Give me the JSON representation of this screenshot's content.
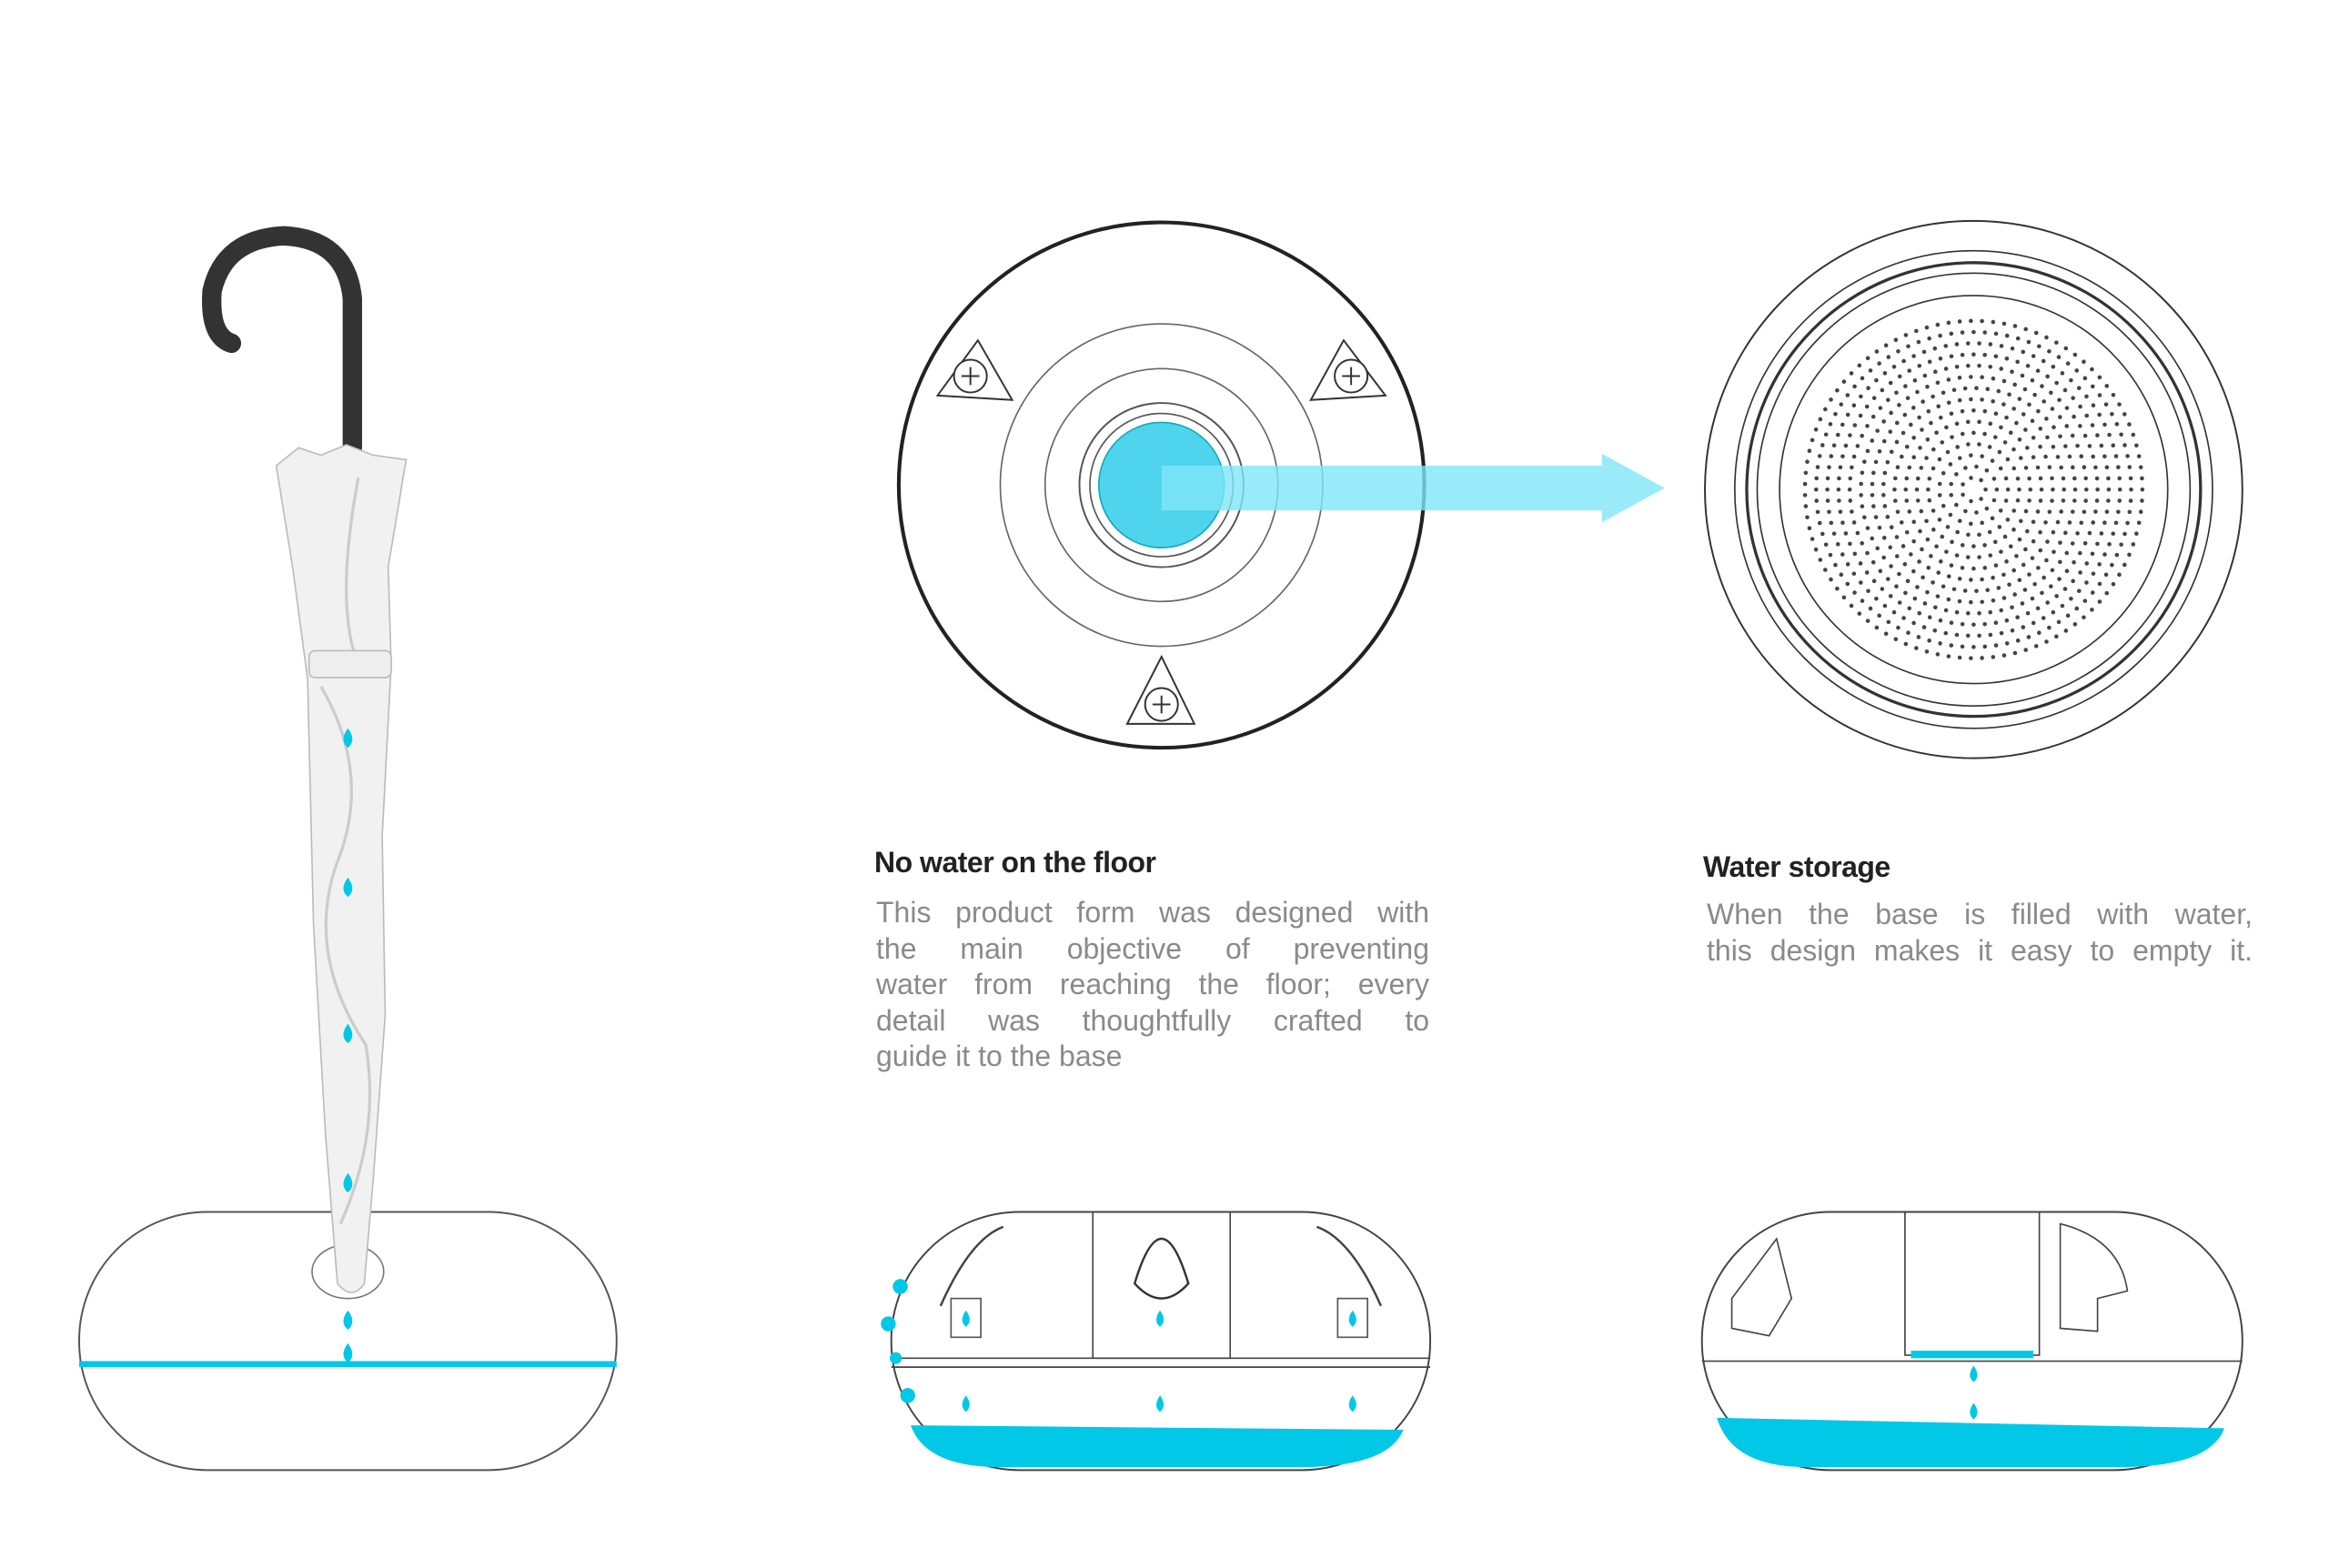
{
  "colors": {
    "water": "#00c8e6",
    "arrow": "#7fe6f7",
    "outline": "#222222",
    "text_body": "#8a8a8a",
    "text_heading": "#222222"
  },
  "sections": [
    {
      "title": "No water on the floor",
      "lines": [
        "This product form was designed with",
        "the main objective of preventing",
        "water from reaching the floor; every",
        "detail was thoughtfully crafted to",
        "guide it to the base"
      ]
    },
    {
      "title": "Water storage",
      "lines": [
        "When the base is filled with water,",
        "this design makes it easy to empty it."
      ]
    }
  ]
}
